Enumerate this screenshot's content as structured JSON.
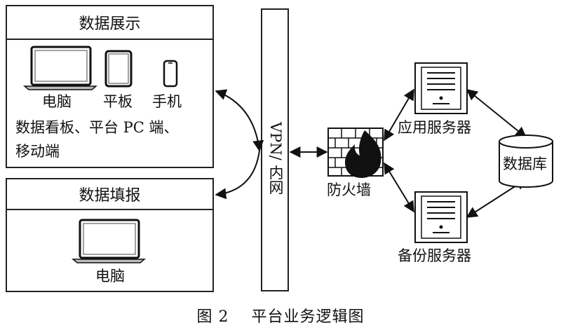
{
  "display_panel": {
    "title": "数据展示",
    "devices": [
      {
        "icon": "laptop-icon",
        "label": "电脑"
      },
      {
        "icon": "tablet-icon",
        "label": "平板"
      },
      {
        "icon": "phone-icon",
        "label": "手机"
      }
    ],
    "note_line1": "数据看板、平台 PC 端、",
    "note_line2": "移动端"
  },
  "report_panel": {
    "title": "数据填报",
    "device": {
      "icon": "laptop-icon",
      "label": "电脑"
    }
  },
  "network": {
    "label": "VPN/ 内网"
  },
  "firewall": {
    "icon": "firewall-icon",
    "label": "防火墙"
  },
  "servers": {
    "app": {
      "icon": "server-icon",
      "label": "应用服务器"
    },
    "backup": {
      "icon": "server-icon",
      "label": "备份服务器"
    }
  },
  "database": {
    "icon": "database-icon",
    "label": "数据库"
  },
  "caption": "图 2    平台业务逻辑图"
}
